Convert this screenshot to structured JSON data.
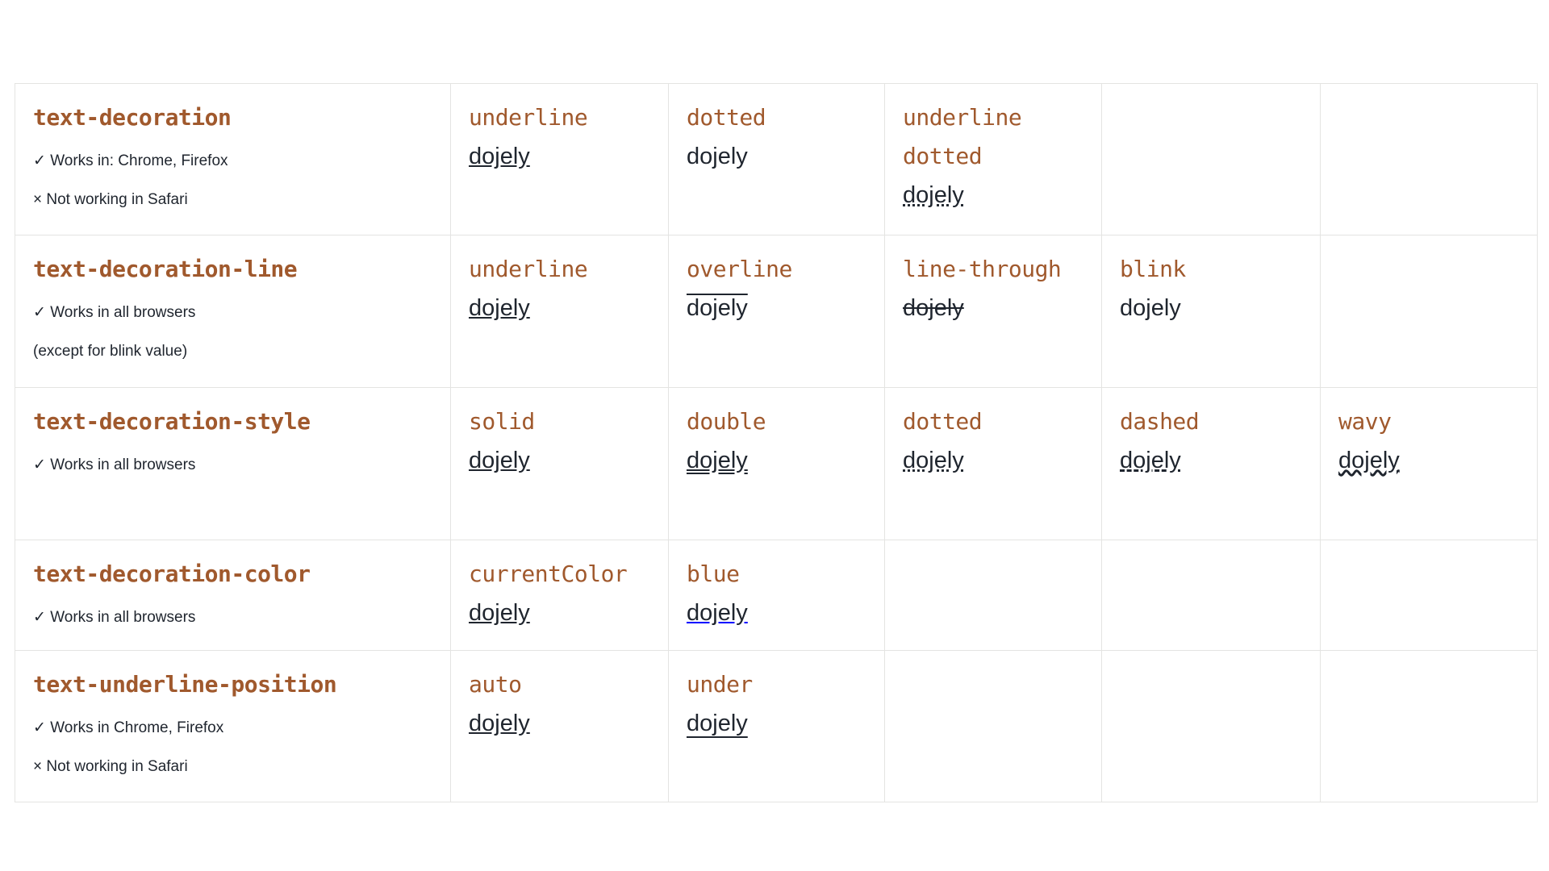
{
  "colors": {
    "accent_brown": "#A0592D",
    "text": "#1F252E",
    "border": "#E4E4E2",
    "blue_underline": "#0000FF",
    "background": "#FFFFFF"
  },
  "table": {
    "rows": [
      {
        "property": "text-decoration",
        "notes": [
          "✓ Works in: Chrome, Firefox",
          "× Not working in Safari"
        ],
        "samples": [
          {
            "value": "underline",
            "text": "dojely",
            "css": "text-decoration: underline;"
          },
          {
            "value": "dotted",
            "text": "dojely",
            "css": "text-decoration: none;"
          },
          {
            "value": "underline dotted",
            "text": "dojely",
            "css": "text-decoration: underline dotted;"
          }
        ]
      },
      {
        "property": "text-decoration-line",
        "notes": [
          "✓ Works in all browsers",
          "(except for blink value)"
        ],
        "samples": [
          {
            "value": "underline",
            "text": "dojely",
            "css": "text-decoration: underline;"
          },
          {
            "value": "overline",
            "text": "dojely",
            "css": "text-decoration: overline;"
          },
          {
            "value": "line-through",
            "text": "dojely",
            "css": "text-decoration: line-through;"
          },
          {
            "value": "blink",
            "text": "dojely",
            "css": "text-decoration: none;"
          }
        ]
      },
      {
        "property": "text-decoration-style",
        "notes": [
          "✓ Works in all browsers"
        ],
        "samples": [
          {
            "value": "solid",
            "text": "dojely",
            "css": "text-decoration: underline solid;"
          },
          {
            "value": "double",
            "text": "dojely",
            "css": "text-decoration: underline double;"
          },
          {
            "value": "dotted",
            "text": "dojely",
            "css": "text-decoration: underline dotted;"
          },
          {
            "value": "dashed",
            "text": "dojely",
            "css": "text-decoration: underline dashed;"
          },
          {
            "value": "wavy",
            "text": "dojely",
            "css": "text-decoration: underline wavy;"
          }
        ]
      },
      {
        "property": "text-decoration-color",
        "notes": [
          "✓ Works in all browsers"
        ],
        "samples": [
          {
            "value": "currentColor",
            "text": "dojely",
            "css": "text-decoration: underline; text-decoration-color: currentColor;"
          },
          {
            "value": "blue",
            "text": "dojely",
            "css": "text-decoration: underline; text-decoration-color: blue;"
          }
        ]
      },
      {
        "property": "text-underline-position",
        "notes": [
          "✓ Works in Chrome, Firefox",
          "× Not working in Safari"
        ],
        "samples": [
          {
            "value": "auto",
            "text": "dojely",
            "css": "text-decoration: underline; text-underline-position: auto;"
          },
          {
            "value": "under",
            "text": "dojely",
            "css": "text-decoration: underline; text-underline-position: under;"
          }
        ]
      }
    ]
  }
}
